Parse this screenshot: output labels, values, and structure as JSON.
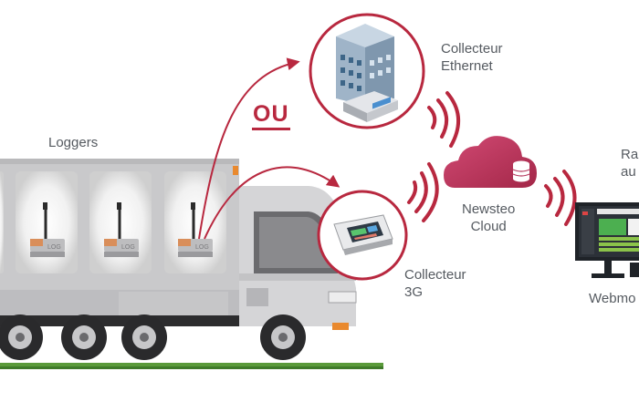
{
  "labels": {
    "loggers": "Loggers",
    "ou": "OU",
    "collecteur_ethernet": [
      "Collecteur",
      "Ethernet"
    ],
    "newsteo_cloud": [
      "Newsteo",
      "Cloud"
    ],
    "collecteur_3g": [
      "Collecteur",
      "3G"
    ],
    "rapports_partial": [
      "Ra",
      "au"
    ],
    "webmonitor_partial": "Webmo"
  },
  "logger_tag": "LOG",
  "colors": {
    "accent": "#b8283f",
    "cloud": "#c0355a",
    "truck_body": "#c9c9cb",
    "truck_cab": "#d5d5d7",
    "text": "#555a60",
    "screen_green": "#4caf50"
  }
}
